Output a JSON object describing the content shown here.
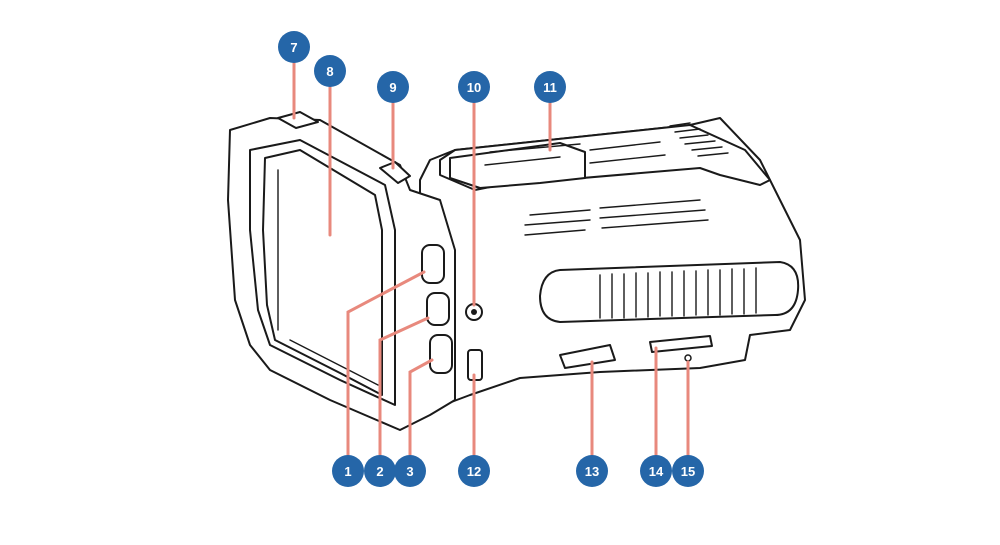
{
  "colors": {
    "badge": "#2566a8",
    "leader": "#e8897d",
    "outline": "#1a1a1a",
    "background": "#ffffff"
  },
  "callouts": [
    {
      "id": "1",
      "label": "1"
    },
    {
      "id": "2",
      "label": "2"
    },
    {
      "id": "3",
      "label": "3"
    },
    {
      "id": "7",
      "label": "7"
    },
    {
      "id": "8",
      "label": "8"
    },
    {
      "id": "9",
      "label": "9"
    },
    {
      "id": "10",
      "label": "10"
    },
    {
      "id": "11",
      "label": "11"
    },
    {
      "id": "12",
      "label": "12"
    },
    {
      "id": "13",
      "label": "13"
    },
    {
      "id": "14",
      "label": "14"
    },
    {
      "id": "15",
      "label": "15"
    }
  ]
}
